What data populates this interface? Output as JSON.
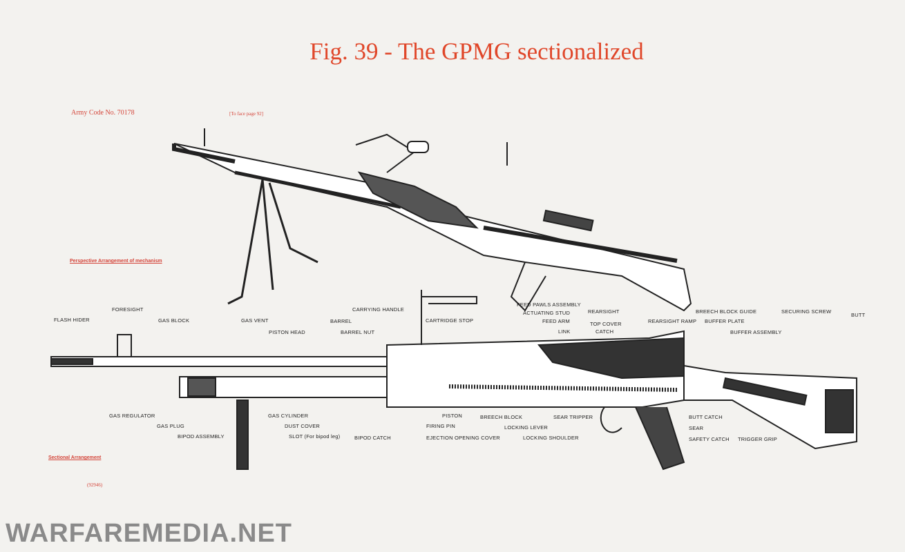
{
  "title": "Fig. 39 - The GPMG sectionalized",
  "army_code": "Army Code No. 70178",
  "face_page": "[To face page 92]",
  "perspective_label": "Perspective Arrangement of mechanism",
  "sectional_label": "Sectional Arrangement",
  "ref_number": "(92946)",
  "watermark": "WARFAREMEDIA.NET",
  "labels": {
    "flash_hider": "FLASH HIDER",
    "foresight": "FORESIGHT",
    "gas_block": "GAS BLOCK",
    "gas_vent": "GAS VENT",
    "piston_head": "PISTON HEAD",
    "barrel": "BARREL",
    "barrel_nut": "BARREL NUT",
    "carrying_handle": "CARRYING HANDLE",
    "cartridge_stop": "CARTRIDGE STOP",
    "feed_pawls": "FEED PAWLS ASSEMBLY",
    "actuating_stud": "ACTUATING STUD",
    "feed_arm": "FEED ARM",
    "link": "LINK",
    "rearsight": "REARSIGHT",
    "top_cover_catch_1": "TOP COVER",
    "top_cover_catch_2": "CATCH",
    "rearsight_ramp": "REARSIGHT RAMP",
    "breech_block_guide": "BREECH BLOCK GUIDE",
    "buffer_plate": "BUFFER PLATE",
    "buffer_assembly": "BUFFER ASSEMBLY",
    "securing_screw": "SECURING SCREW",
    "butt": "BUTT",
    "gas_regulator": "GAS REGULATOR",
    "gas_plug": "GAS PLUG",
    "bipod_assembly": "BIPOD ASSEMBLY",
    "gas_cylinder": "GAS CYLINDER",
    "dust_cover": "DUST COVER",
    "slot": "SLOT (For bipod leg)",
    "bipod_catch": "BIPOD CATCH",
    "firing_pin": "FIRING PIN",
    "piston": "PISTON",
    "ejection_cover": "EJECTION OPENING COVER",
    "breech_block": "BREECH BLOCK",
    "locking_lever": "LOCKING LEVER",
    "locking_shoulder": "LOCKING SHOULDER",
    "sear_tripper": "SEAR TRIPPER",
    "butt_catch": "BUTT CATCH",
    "sear": "SEAR",
    "safety_catch": "SAFETY CATCH",
    "trigger_grip": "TRIGGER GRIP"
  }
}
